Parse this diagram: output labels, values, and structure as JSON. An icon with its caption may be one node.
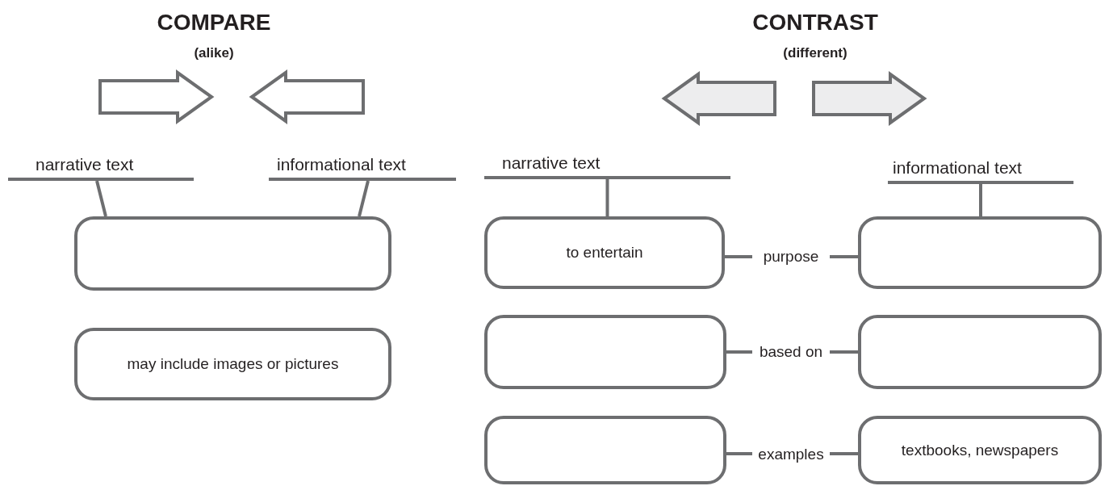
{
  "diagram": {
    "nodes": [
      {
        "text": [
          "narrative text"
        ]
      },
      {
        "text": [
          "informational text"
        ]
      },
      {
        "text": [],
        "shape": "box"
      },
      {
        "text": [
          "may include images or pictures"
        ]
      },
      {
        "text": [
          "narrative text"
        ]
      },
      {
        "text": [
          "informational text"
        ]
      },
      {
        "text": [
          "to entertain"
        ]
      },
      {
        "text": [
          "purpose"
        ]
      },
      {
        "text": [],
        "shape": "box"
      },
      {
        "text": [],
        "shape": "box"
      },
      {
        "text": [
          "based on"
        ]
      },
      {
        "text": [],
        "shape": "box"
      },
      {
        "text": [],
        "shape": "box"
      },
      {
        "text": [
          "examples"
        ]
      },
      {
        "text": [
          "textbooks, newspapers"
        ]
      }
    ],
    "edges": [
      {
        "from": 0,
        "to": 2,
        "arrow": "none"
      },
      {
        "from": 1,
        "to": 2,
        "arrow": "none"
      },
      {
        "from": 4,
        "to": 6,
        "arrow": "none"
      },
      {
        "from": 5,
        "to": 8,
        "arrow": "none"
      },
      {
        "from": 6,
        "to": 7,
        "arrow": "none"
      },
      {
        "from": 7,
        "to": 8,
        "arrow": "none"
      },
      {
        "from": 9,
        "to": 10,
        "arrow": "none"
      },
      {
        "from": 10,
        "to": 11,
        "arrow": "none"
      },
      {
        "from": 12,
        "to": 13,
        "arrow": "none"
      },
      {
        "from": 13,
        "to": 14,
        "arrow": "none"
      }
    ],
    "labels": [
      "COMPARE",
      "(alike)",
      "CONTRAST",
      "(different)"
    ]
  }
}
